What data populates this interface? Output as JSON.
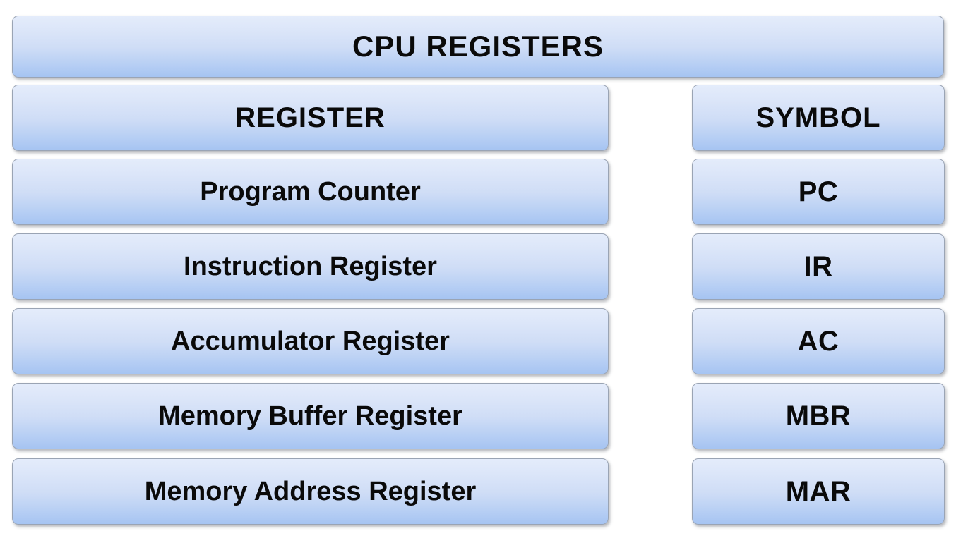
{
  "diagram": {
    "title": "CPU REGISTERS",
    "columns": {
      "register_header": "REGISTER",
      "symbol_header": "SYMBOL"
    },
    "rows": [
      {
        "register": "Program Counter",
        "symbol": "PC"
      },
      {
        "register": "Instruction Register",
        "symbol": "IR"
      },
      {
        "register": "Accumulator Register",
        "symbol": "AC"
      },
      {
        "register": "Memory Buffer Register",
        "symbol": "MBR"
      },
      {
        "register": "Memory Address Register",
        "symbol": "MAR"
      }
    ]
  },
  "colors": {
    "plate_top": "#e4ecfb",
    "plate_bottom": "#a6c4f2",
    "plate_border": "#9aa4b4",
    "text": "#0a0a0a",
    "background": "#ffffff"
  }
}
